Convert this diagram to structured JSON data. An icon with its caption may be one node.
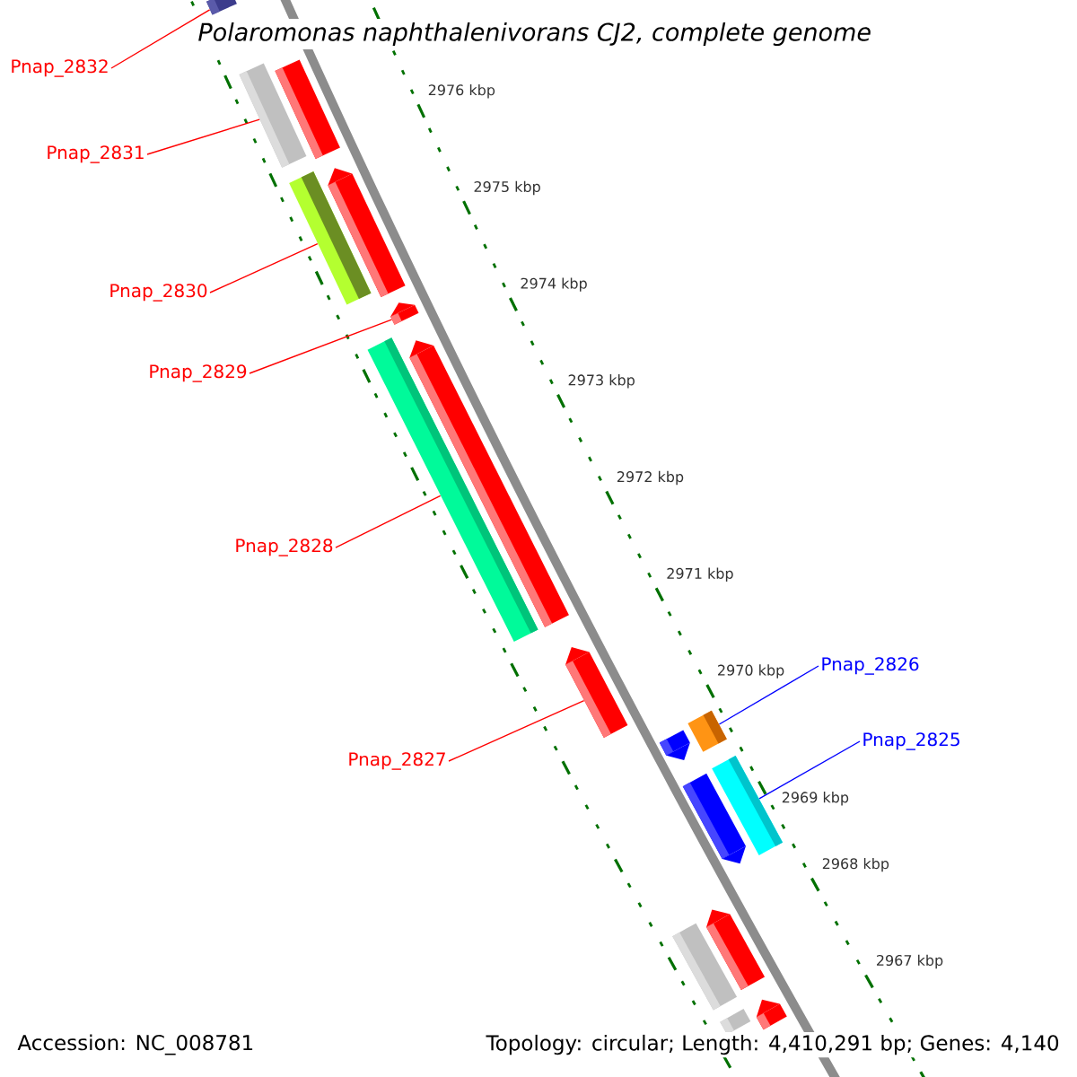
{
  "diagram": {
    "title": "Polaromonas naphthalenivorans CJ2, complete genome",
    "nodes": [
      {
        "text": [
          "Pnap_2832"
        ]
      },
      {
        "text": [
          "Pnap_2831"
        ]
      },
      {
        "text": [
          "Pnap_2830"
        ]
      },
      {
        "text": [
          "Pnap_2829"
        ]
      },
      {
        "text": [
          "Pnap_2828"
        ]
      },
      {
        "text": [
          "Pnap_2827"
        ]
      },
      {
        "text": [
          "Pnap_2826"
        ]
      },
      {
        "text": [
          "Pnap_2825"
        ]
      },
      {
        "text": [],
        "shape": "bar"
      },
      {
        "text": [],
        "shape": "bar"
      },
      {
        "text": [],
        "shape": "bar"
      },
      {
        "text": [],
        "shape": "bar"
      },
      {
        "text": [],
        "shape": "bar"
      },
      {
        "text": [],
        "shape": "bar"
      },
      {
        "text": [],
        "shape": "bar"
      },
      {
        "text": [],
        "shape": "bar"
      },
      {
        "text": [],
        "shape": "bar"
      },
      {
        "text": [],
        "shape": "bar"
      },
      {
        "text": [],
        "shape": "bar"
      },
      {
        "text": [],
        "shape": "bar"
      },
      {
        "text": [],
        "shape": "bar"
      },
      {
        "text": [],
        "shape": "bar"
      },
      {
        "text": [],
        "shape": "bar"
      },
      {
        "text": [],
        "shape": "bar"
      },
      {
        "text": [],
        "shape": "bar"
      }
    ],
    "edges": [
      {
        "from": 0,
        "to": 8,
        "arrow": "none"
      },
      {
        "from": 1,
        "to": 10,
        "arrow": "none"
      },
      {
        "from": 2,
        "to": 12,
        "arrow": "none"
      },
      {
        "from": 3,
        "to": 13,
        "arrow": "none"
      },
      {
        "from": 4,
        "to": 15,
        "arrow": "none"
      },
      {
        "from": 5,
        "to": 16,
        "arrow": "none"
      },
      {
        "from": 6,
        "to": 17,
        "arrow": "none",
        "color": "#0000ff"
      },
      {
        "from": 7,
        "to": 19,
        "arrow": "none",
        "color": "#0000ff"
      }
    ],
    "labels": [
      "2976 kbp",
      "2975 kbp",
      "2974 kbp",
      "2973 kbp",
      "2972 kbp",
      "2971 kbp",
      "2970 kbp",
      "2969 kbp",
      "2968 kbp",
      "2967 kbp",
      "Accession: NC_008781",
      "Topology: circular; Length: 4,410,291 bp; Genes: 4,140"
    ]
  }
}
